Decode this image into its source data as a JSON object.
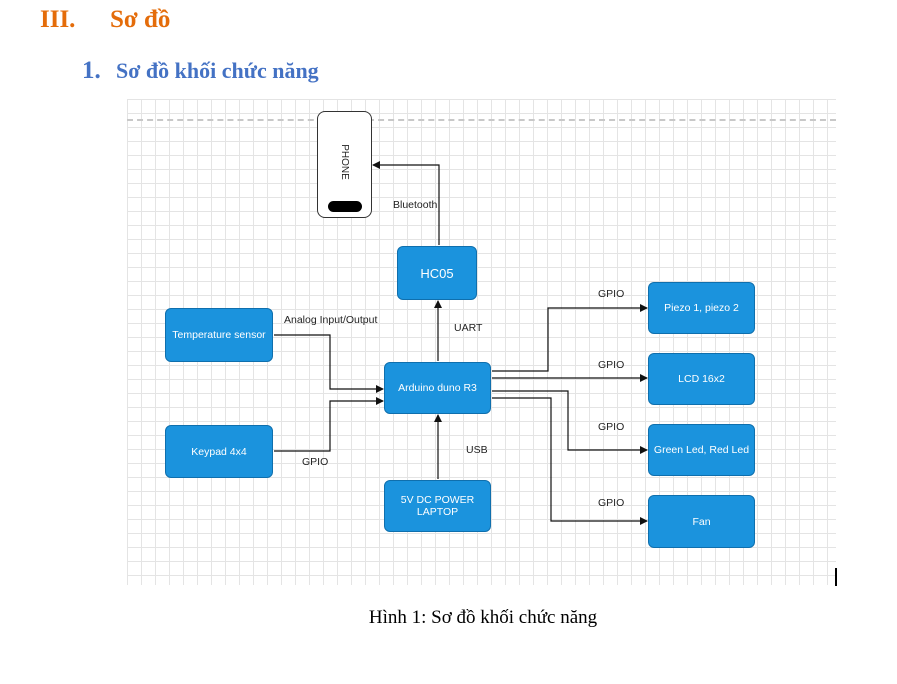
{
  "section": {
    "number": "III.",
    "title": "Sơ đồ",
    "color": "#e46c0a"
  },
  "subsection": {
    "number": "1.",
    "title": "Sơ đồ khối chức năng",
    "color": "#4472c4"
  },
  "diagram": {
    "phone": "PHONE",
    "hc05": "HC05",
    "arduino": "Arduino duno R3",
    "temperature": "Temperature sensor",
    "keypad": "Keypad 4x4",
    "power": "5V DC POWER LAPTOP",
    "piezo": "Piezo 1, piezo 2",
    "lcd": "LCD 16x2",
    "leds": "Green Led, Red Led",
    "fan": "Fan",
    "labels": {
      "bluetooth": "Bluetooth",
      "uart": "UART",
      "analog": "Analog Input/Output",
      "gpio_keypad": "GPIO",
      "usb": "USB",
      "gpio_piezo": "GPIO",
      "gpio_lcd": "GPIO",
      "gpio_leds": "GPIO",
      "gpio_fan": "GPIO"
    },
    "box_color": "#1b93dd"
  },
  "caption": "Hình 1: Sơ đồ khối chức năng"
}
